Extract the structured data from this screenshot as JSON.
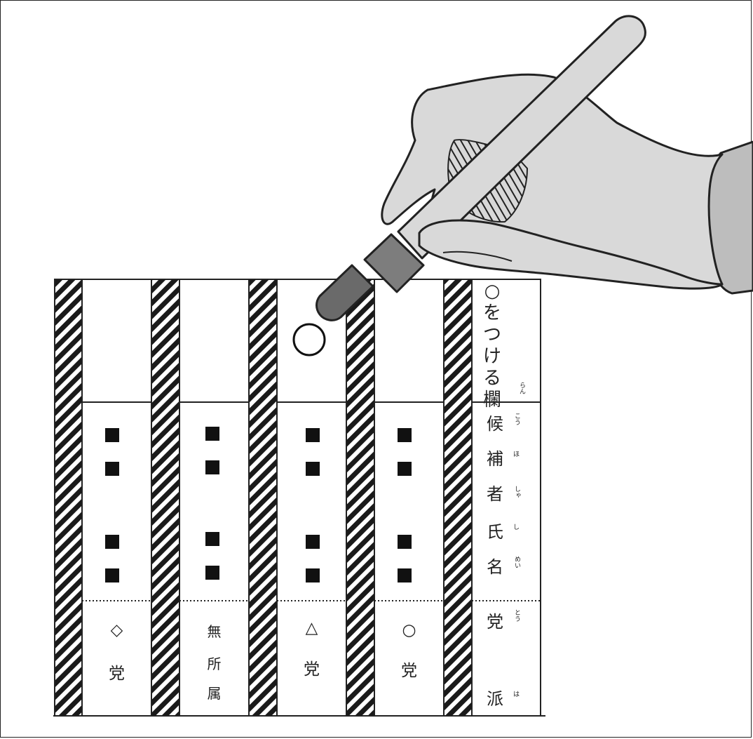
{
  "ballot": {
    "header": {
      "mark_column": [
        "○",
        "を",
        "つ",
        "け",
        "る",
        "欄"
      ],
      "mark_column_ruby": "らん",
      "candidate_label": [
        "候",
        "補",
        "者",
        "氏",
        "名"
      ],
      "candidate_ruby": [
        "こう",
        "ほ",
        "しゃ",
        "し",
        "めい"
      ],
      "party_label": [
        "党",
        "派"
      ],
      "party_ruby": [
        "とう",
        "は"
      ]
    },
    "columns": [
      {
        "party_symbol": "◇",
        "party_name": "党",
        "marked": false
      },
      {
        "party_lines": [
          "無",
          "所",
          "属"
        ],
        "marked": false
      },
      {
        "party_symbol": "△",
        "party_name": "党",
        "marked": true
      },
      {
        "party_symbol": "○",
        "party_name": "党",
        "marked": false
      }
    ]
  }
}
